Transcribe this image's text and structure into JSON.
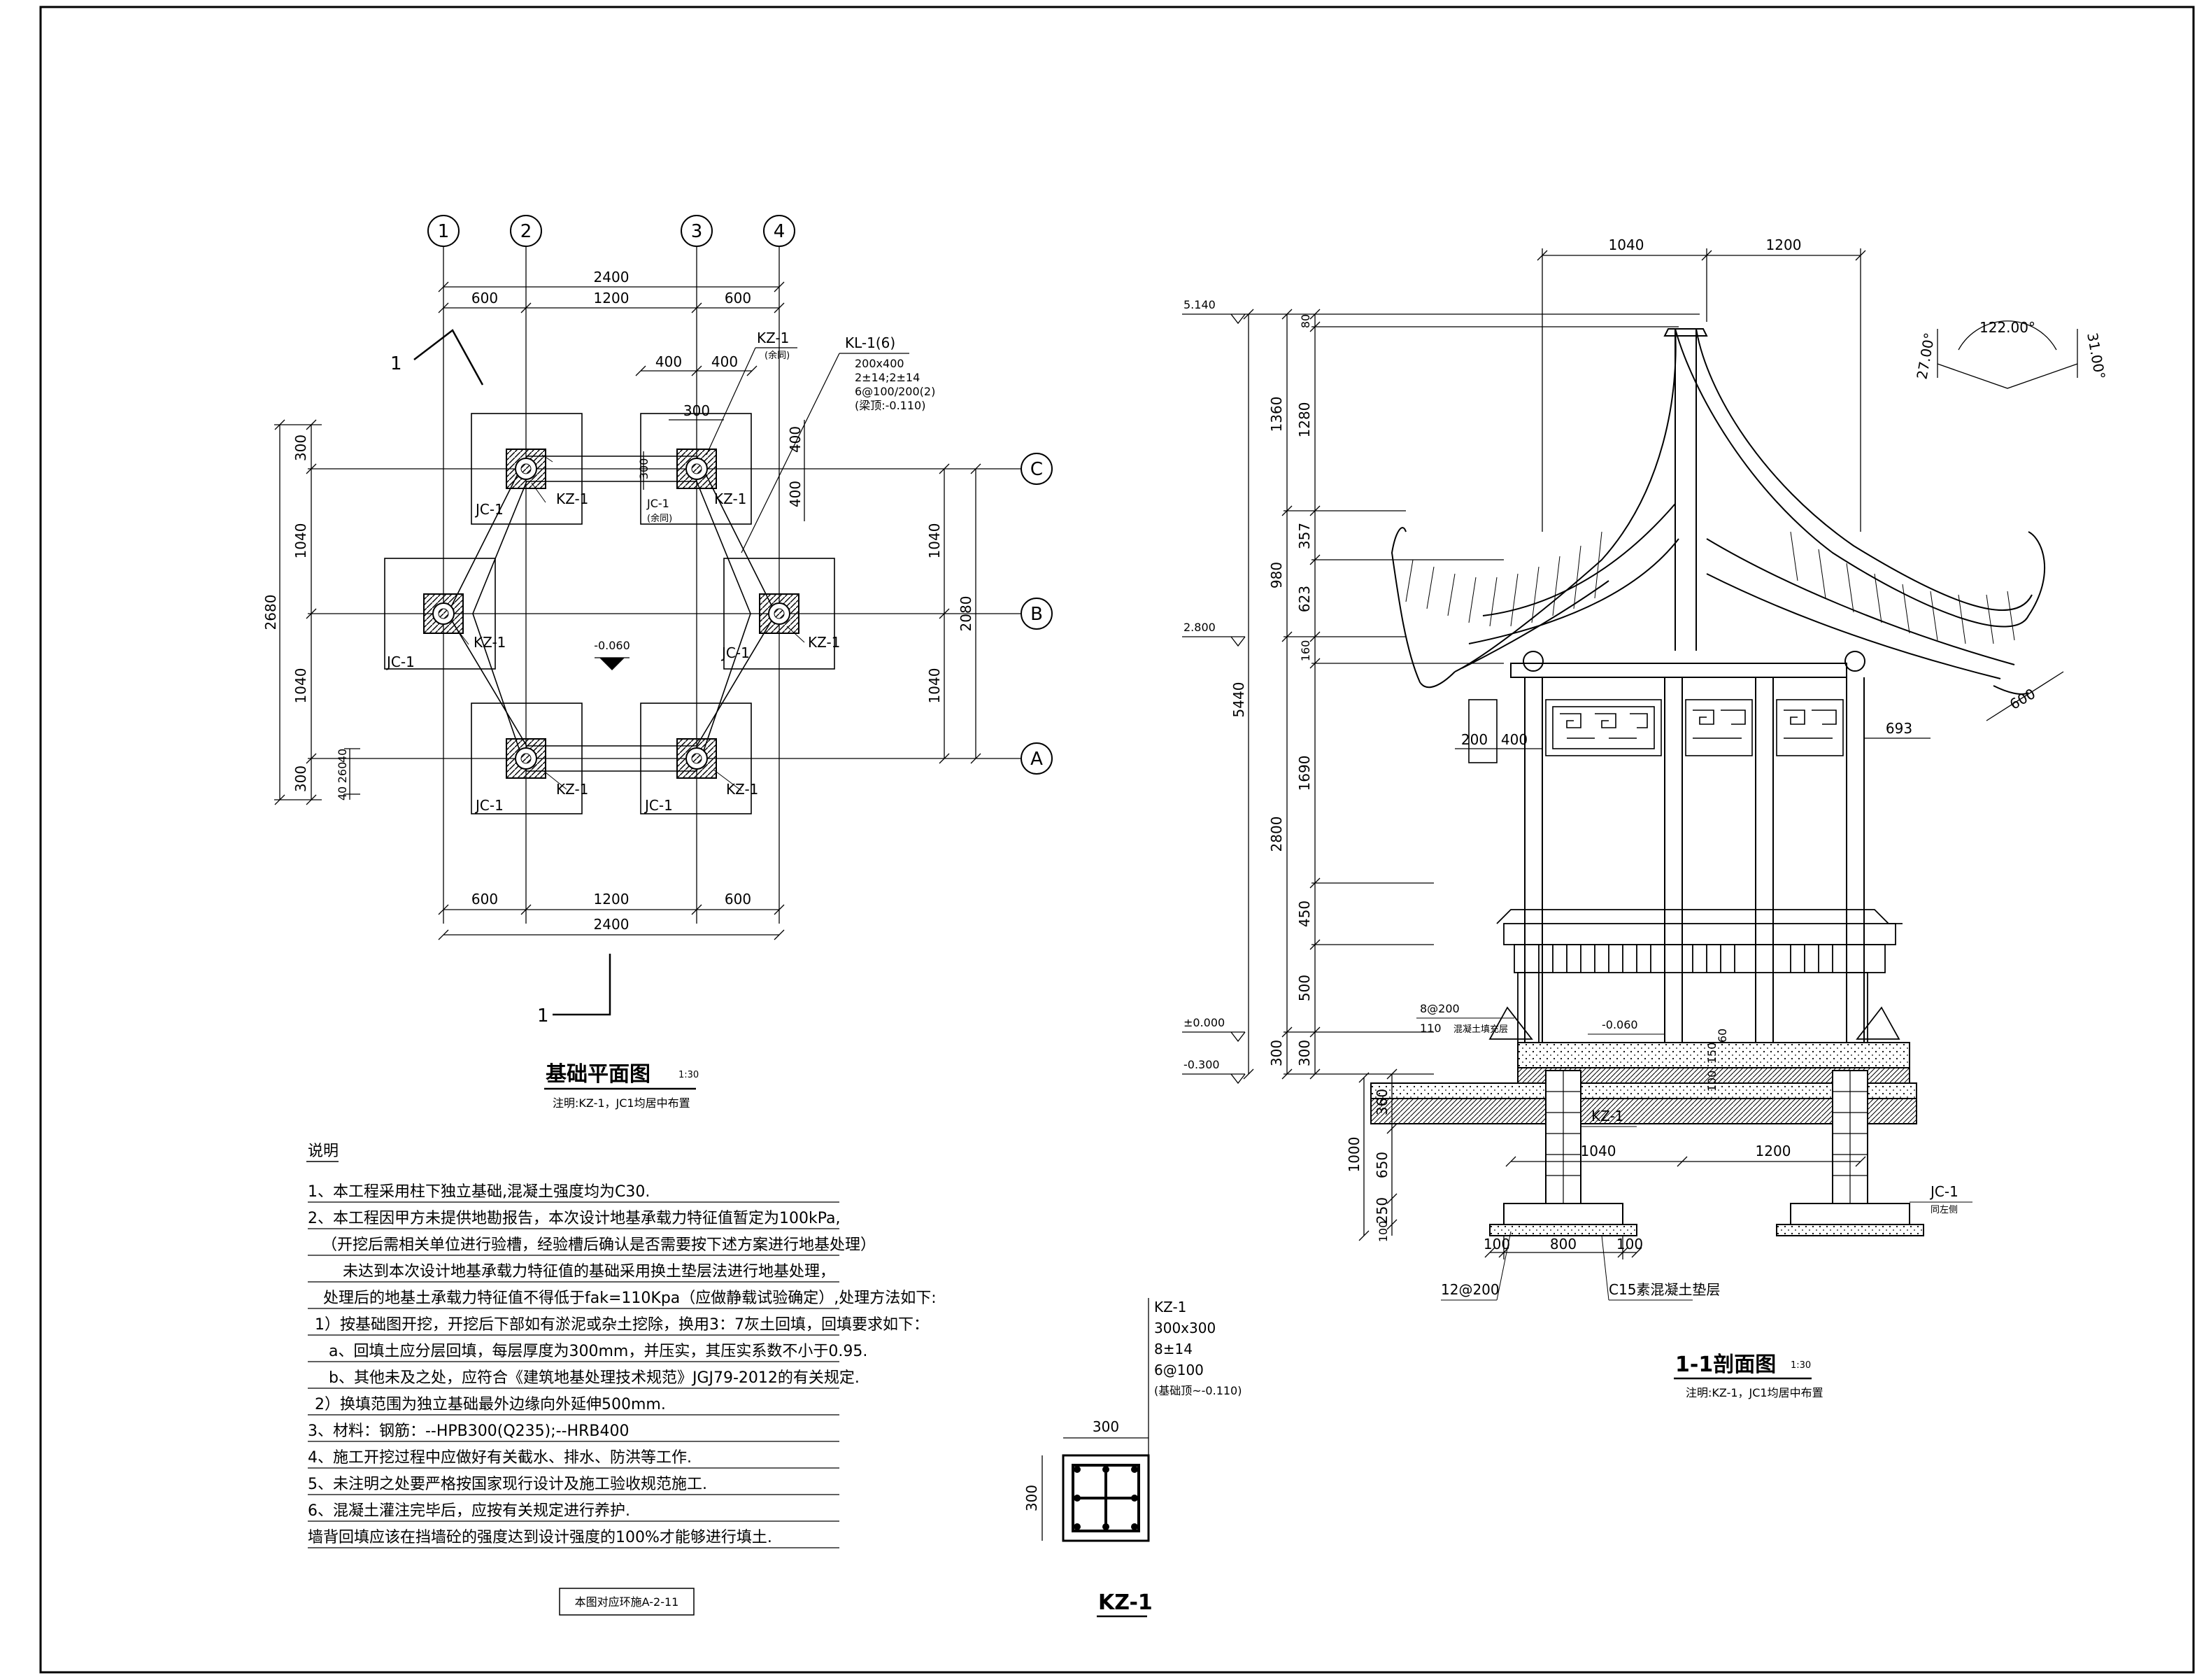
{
  "plan": {
    "title": "基础平面图",
    "scale": "1:30",
    "subnote": "注明:KZ-1，JC1均居中布置",
    "grid_cols": [
      "1",
      "2",
      "3",
      "4"
    ],
    "grid_rows": [
      "C",
      "B",
      "A"
    ],
    "section_mark": "1",
    "dims": {
      "total_w": "2400",
      "w_left": "600",
      "w_mid": "1200",
      "w_right": "600",
      "total_h": "2680",
      "h_top": "300",
      "h_1": "1040",
      "h_2": "1040",
      "h_bot": "300",
      "h_40a": "40",
      "h_260": "260",
      "h_40b": "40",
      "right_total": "2080",
      "right_1": "1040",
      "right_2": "1040",
      "d400a": "400",
      "d400b": "400",
      "d300": "300",
      "d300v": "300",
      "d400v1": "400",
      "d400v2": "400"
    },
    "labels": {
      "kz1": "KZ-1",
      "jc1": "JC-1",
      "kz1_top": "KZ-1",
      "jc1_mid": "JC-1",
      "same": "(余同)",
      "elev": "-0.060"
    },
    "beam": [
      "KL-1(6)",
      "200x400",
      "2±14;2±14",
      "6@100/200(2)",
      "(梁顶:-0.110)"
    ]
  },
  "notes": {
    "heading": "说明",
    "lines": [
      "1、本工程采用柱下独立基础,混凝土强度均为C30.",
      "2、本工程因甲方未提供地勘报告，本次设计地基承载力特征值暂定为100kPa,",
      "（开挖后需相关单位进行验槽，经验槽后确认是否需要按下述方案进行地基处理）",
      "未达到本次设计地基承载力特征值的基础采用换土垫层法进行地基处理，",
      "处理后的地基土承载力特征值不得低于fak=110Kpa（应做静载试验确定）,处理方法如下:",
      "1）按基础图开挖，开挖后下部如有淤泥或杂土挖除，换用3：7灰土回填，回填要求如下：",
      "a、回填土应分层回填，每层厚度为300mm，并压实，其压实系数不小于0.95.",
      "b、其他未及之处，应符合《建筑地基处理技术规范》JGJ79-2012的有关规定.",
      "2）换填范围为独立基础最外边缘向外延伸500mm.",
      "3、材料：钢筋：--HPB300(Q235);--HRB400",
      "4、施工开挖过程中应做好有关截水、排水、防洪等工作.",
      "5、未注明之处要严格按国家现行设计及施工验收规范施工.",
      "6、混凝土灌注完毕后，应按有关规定进行养护.",
      "墙背回填应该在挡墙砼的强度达到设计强度的100%才能够进行填土."
    ],
    "ref": "本图对应环施A-2-11"
  },
  "column": {
    "title": "KZ-1",
    "specs": [
      "KZ-1",
      "300x300",
      "8±14",
      "6@100",
      "(基础顶~-0.110)"
    ],
    "w": "300",
    "h": "300"
  },
  "section": {
    "title": "1-1剖面图",
    "scale": "1:30",
    "subnote": "注明:KZ-1，JC1均居中布置",
    "elevs": [
      "5.140",
      "2.800",
      "±0.000",
      "-0.300"
    ],
    "top_dims": [
      "1040",
      "1200"
    ],
    "left_outer": [
      "1360",
      "980",
      "2800",
      "300"
    ],
    "total": "5440",
    "left_inner": [
      "80",
      "1280",
      "357",
      "623",
      "160",
      "1690",
      "450",
      "500",
      "300"
    ],
    "angles": [
      "122.00°",
      "27.00°",
      "31.00°"
    ],
    "eave": "600",
    "d693": "693",
    "d200": "200",
    "d400": "400",
    "found": {
      "d360": "360",
      "d650": "650",
      "d1000": "1000",
      "d250": "250",
      "d100": "100",
      "d100b": "100",
      "d800": "800",
      "d100c": "100",
      "b1040": "1040",
      "b1200": "1200",
      "r100": "100",
      "r150": "150",
      "r60": "60"
    },
    "labels": {
      "rebar8": "8@200",
      "slab110": "110",
      "slabnote": "混凝土填充层",
      "elev060": "-0.060",
      "kz1": "KZ-1",
      "jc1": "JC-1",
      "jc1sub": "同左侧",
      "rebar12": "12@200",
      "c15": "C15素混凝土垫层"
    }
  }
}
